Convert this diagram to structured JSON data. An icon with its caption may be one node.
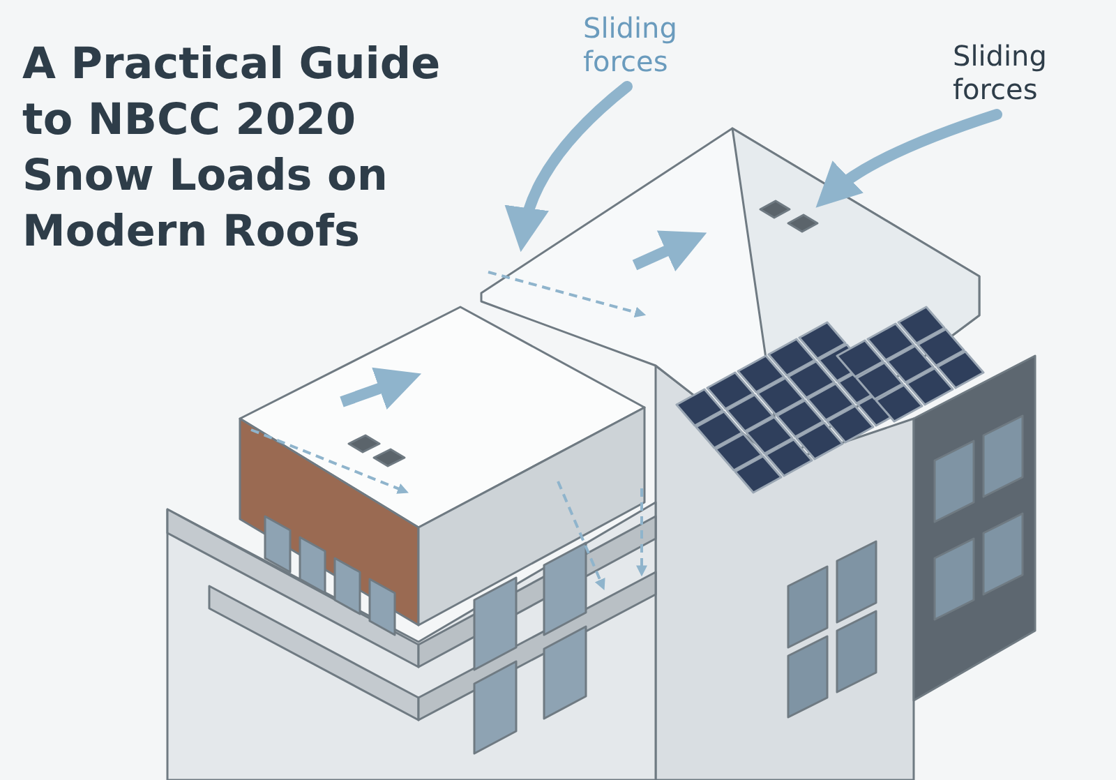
{
  "diagram": {
    "title": "A Practical Guide to NBCC 2020 Snow Loads on Modern Roofs",
    "nodes": [
      {
        "text": [
          "Sliding forces"
        ]
      },
      {
        "text": [
          "Sliding forces"
        ]
      }
    ],
    "edges": [
      {
        "from": 0,
        "to": null,
        "arrow": "to"
      },
      {
        "from": 1,
        "to": null,
        "arrow": "to"
      }
    ]
  }
}
